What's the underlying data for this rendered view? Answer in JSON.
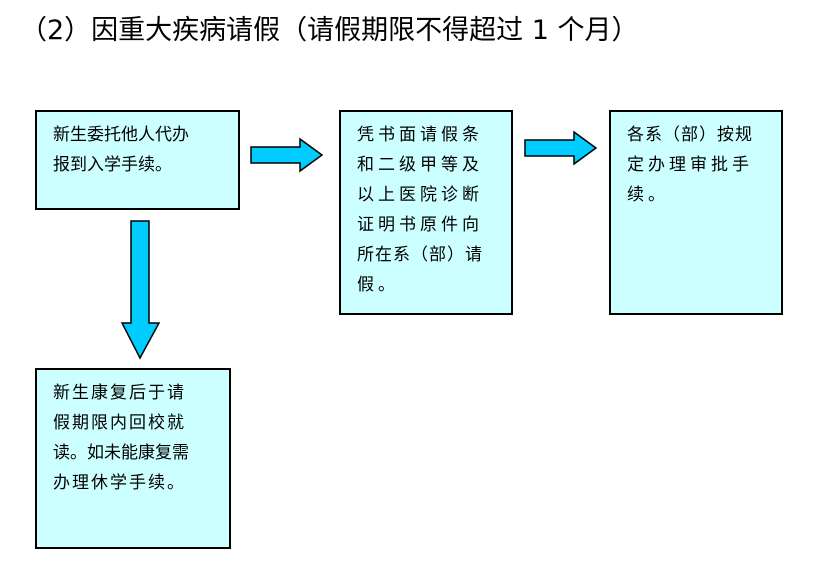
{
  "title": "（2）因重大疾病请假（请假期限不得超过 1 个月）",
  "colors": {
    "box_fill": "#ccffff",
    "arrow_fill": "#00ccff",
    "border": "#000000"
  },
  "boxes": [
    {
      "lines": [
        "新生委托他人代办",
        "报到入学手续。"
      ]
    },
    {
      "lines": [
        "凭书面请假条",
        "和二级甲等及",
        "以上医院诊断",
        "证明书原件向",
        "所在系（部）请",
        "假。"
      ]
    },
    {
      "lines": [
        "各系（部）按规",
        "定办理审批手",
        "续。"
      ]
    },
    {
      "lines": [
        "新生康复后于请",
        "假期限内回校就",
        "读。如未能康复需",
        "办理休学手续。"
      ]
    }
  ]
}
